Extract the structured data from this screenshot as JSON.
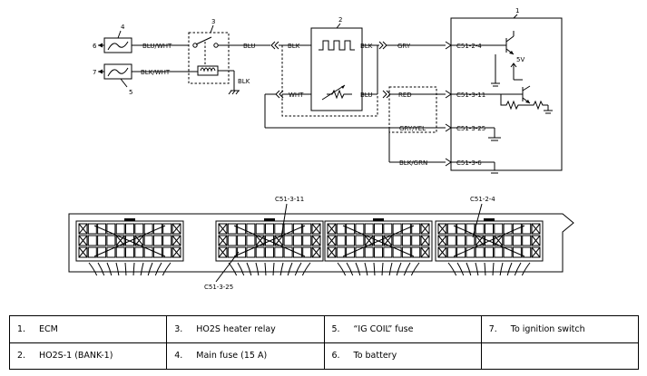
{
  "callouts": {
    "ecm": "1",
    "ho2s": "2",
    "relay": "3",
    "main_fuse": "4",
    "ig_coil_fuse": "5",
    "battery": "6",
    "ignition": "7"
  },
  "wires": {
    "blu_wht": "BLU/WHT",
    "blk_wht": "BLK/WHT",
    "blu_relay": "BLU",
    "blk_ground": "BLK",
    "blk_top_left": "BLK",
    "blk_top_right": "BLK",
    "gry": "GRY",
    "wht": "WHT",
    "blu_lower": "BLU",
    "red": "RED",
    "gry_yel": "GRY/YEL",
    "blk_grn": "BLK/GRN"
  },
  "terminals": {
    "t1": "C51-2-4",
    "t2": "C51-3-11",
    "t3": "C51-3-25",
    "t4": "C51-3-6"
  },
  "voltage": "5V",
  "connector_labels": {
    "c51_3_11": "C51-3-11",
    "c51_2_4": "C51-2-4",
    "c51_3_25": "C51-3-25"
  },
  "legend": [
    [
      {
        "num": "1.",
        "text": "ECM"
      },
      {
        "num": "3.",
        "text": "HO2S heater relay"
      },
      {
        "num": "5.",
        "text": "“IG COIL” fuse"
      },
      {
        "num": "7.",
        "text": "To ignition switch"
      }
    ],
    [
      {
        "num": "2.",
        "text": "HO2S-1 (BANK-1)"
      },
      {
        "num": "4.",
        "text": "Main fuse (15 A)"
      },
      {
        "num": "6.",
        "text": "To battery"
      },
      {
        "num": "",
        "text": ""
      }
    ]
  ]
}
